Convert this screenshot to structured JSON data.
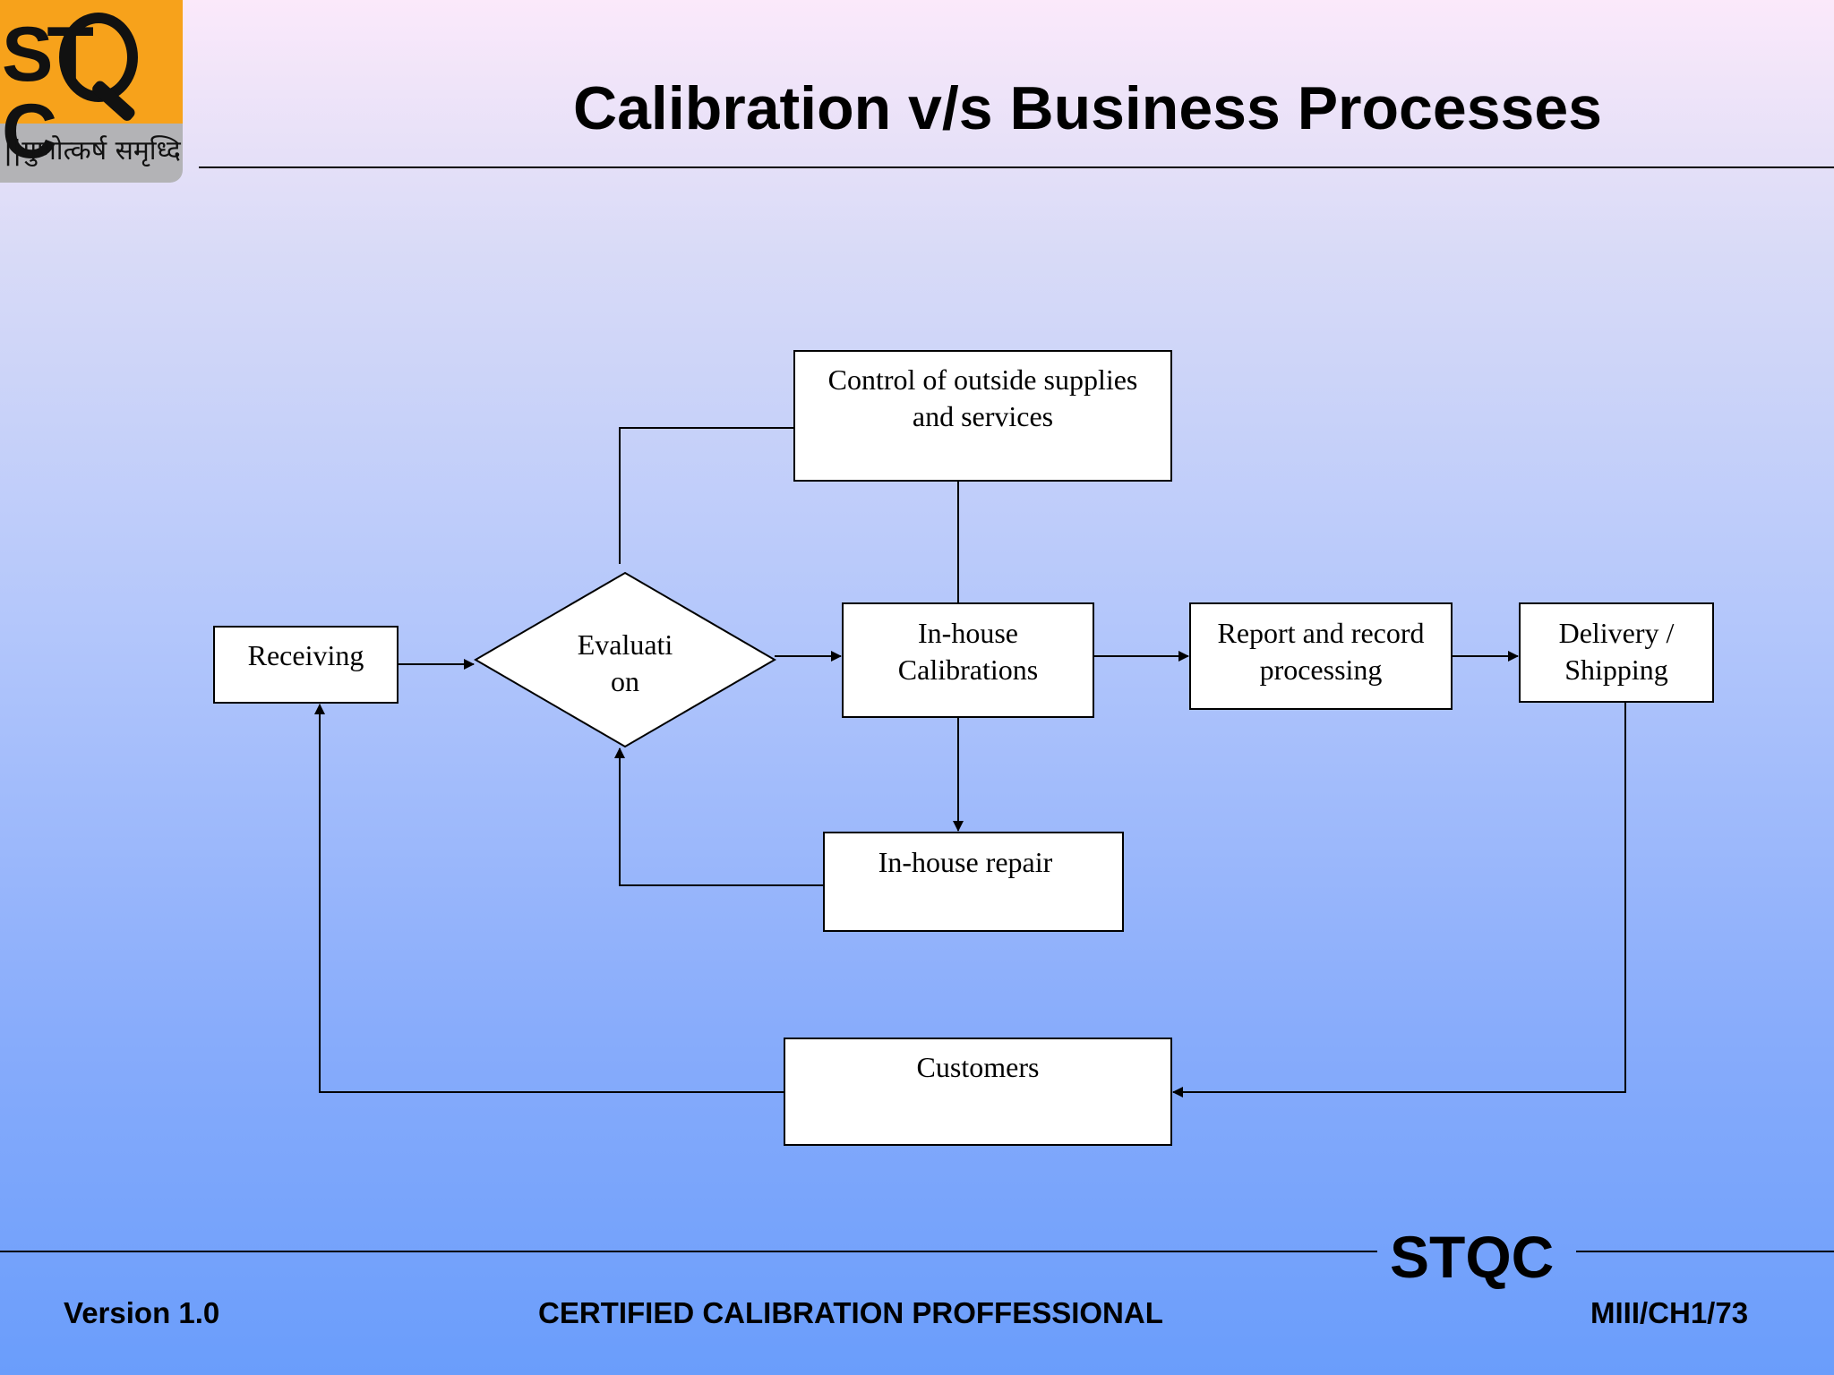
{
  "header": {
    "logo_mark": "STQC",
    "logo_tagline": "||गुणोत्कर्ष समृध्दि:||",
    "title": "Calibration v/s Business Processes"
  },
  "diagram": {
    "nodes": {
      "control": "Control of outside supplies and services",
      "receiving": "Receiving",
      "evaluation": "Evaluati on",
      "inhouse_calibrations": "In-house Calibrations",
      "report": "Report and record processing",
      "delivery": "Delivery / Shipping",
      "repair": "In-house repair",
      "customers": "Customers"
    },
    "edges": [
      {
        "from": "receiving",
        "to": "evaluation"
      },
      {
        "from": "evaluation",
        "to": "inhouse_calibrations"
      },
      {
        "from": "inhouse_calibrations",
        "to": "report"
      },
      {
        "from": "report",
        "to": "delivery"
      },
      {
        "from": "inhouse_calibrations",
        "to": "repair"
      },
      {
        "from": "repair",
        "to": "evaluation"
      },
      {
        "from": "delivery",
        "to": "customers"
      },
      {
        "from": "customers",
        "to": "receiving"
      },
      {
        "from": "evaluation",
        "to": "control"
      },
      {
        "from": "control",
        "to": "inhouse_calibrations"
      }
    ]
  },
  "footer": {
    "brand": "STQC",
    "version": "Version 1.0",
    "course": "CERTIFIED CALIBRATION PROFFESSIONAL",
    "page_ref": "MIII/CH1/73"
  }
}
